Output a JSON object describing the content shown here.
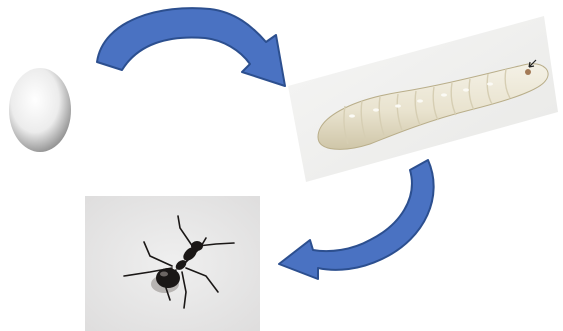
{
  "diagram": {
    "stages": [
      {
        "id": "egg",
        "icon": "egg-icon"
      },
      {
        "id": "larva",
        "icon": "larva-icon"
      },
      {
        "id": "adult",
        "icon": "ant-icon"
      }
    ],
    "arrows": [
      {
        "from": "egg",
        "to": "larva",
        "icon": "curved-arrow-icon"
      },
      {
        "from": "larva",
        "to": "adult",
        "icon": "curved-arrow-icon"
      }
    ],
    "colors": {
      "arrow_fill": "#4a72c2",
      "arrow_stroke": "#2c4f8f",
      "egg": "#e6e6e6",
      "larva": "#ebe6d6",
      "adult_background": "#e7e6e6",
      "ant": "#1a1716"
    }
  }
}
